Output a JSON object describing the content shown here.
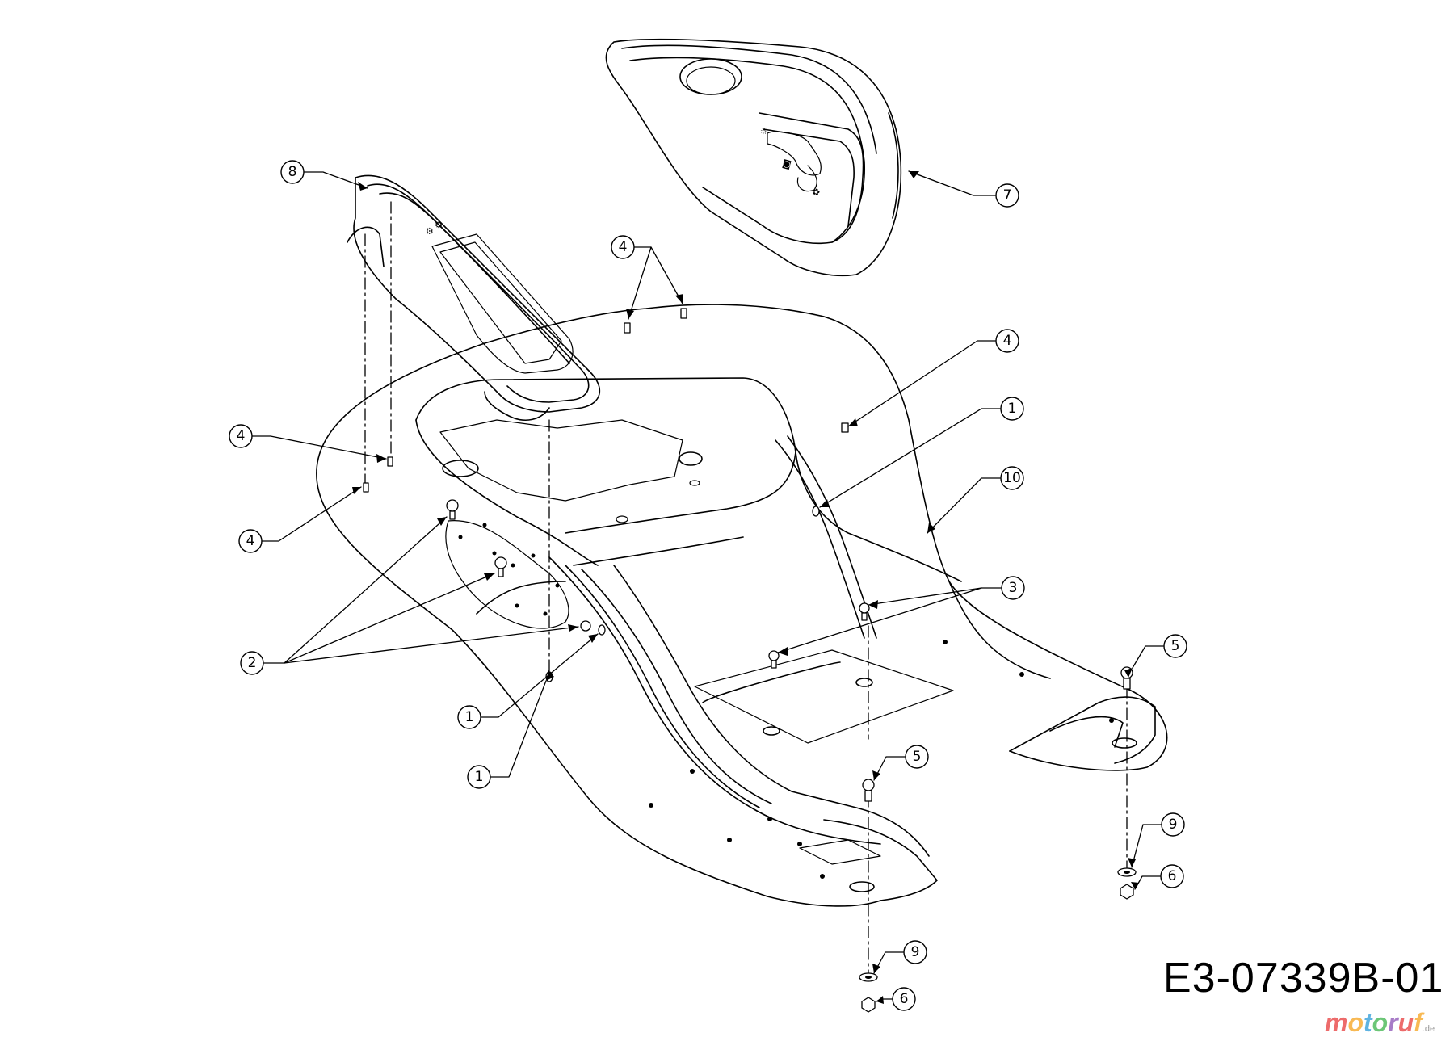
{
  "drawing_code": "E3-07339B-01",
  "watermark": {
    "text": "motoruf",
    "tld": ".de",
    "colors": [
      "#e83a3a",
      "#f6a21a",
      "#2a9ad8",
      "#3bb34a",
      "#8a4fb5"
    ]
  },
  "callouts": [
    {
      "id": "c8",
      "label": "8"
    },
    {
      "id": "c7",
      "label": "7"
    },
    {
      "id": "c4a",
      "label": "4"
    },
    {
      "id": "c4b",
      "label": "4"
    },
    {
      "id": "c4c",
      "label": "4"
    },
    {
      "id": "c4d",
      "label": "4"
    },
    {
      "id": "c1a",
      "label": "1"
    },
    {
      "id": "c10",
      "label": "10"
    },
    {
      "id": "c3",
      "label": "3"
    },
    {
      "id": "c2",
      "label": "2"
    },
    {
      "id": "c5a",
      "label": "5"
    },
    {
      "id": "c1b",
      "label": "1"
    },
    {
      "id": "c1c",
      "label": "1"
    },
    {
      "id": "c5b",
      "label": "5"
    },
    {
      "id": "c9a",
      "label": "9"
    },
    {
      "id": "c6a",
      "label": "6"
    },
    {
      "id": "c9b",
      "label": "9"
    },
    {
      "id": "c6b",
      "label": "6"
    }
  ]
}
